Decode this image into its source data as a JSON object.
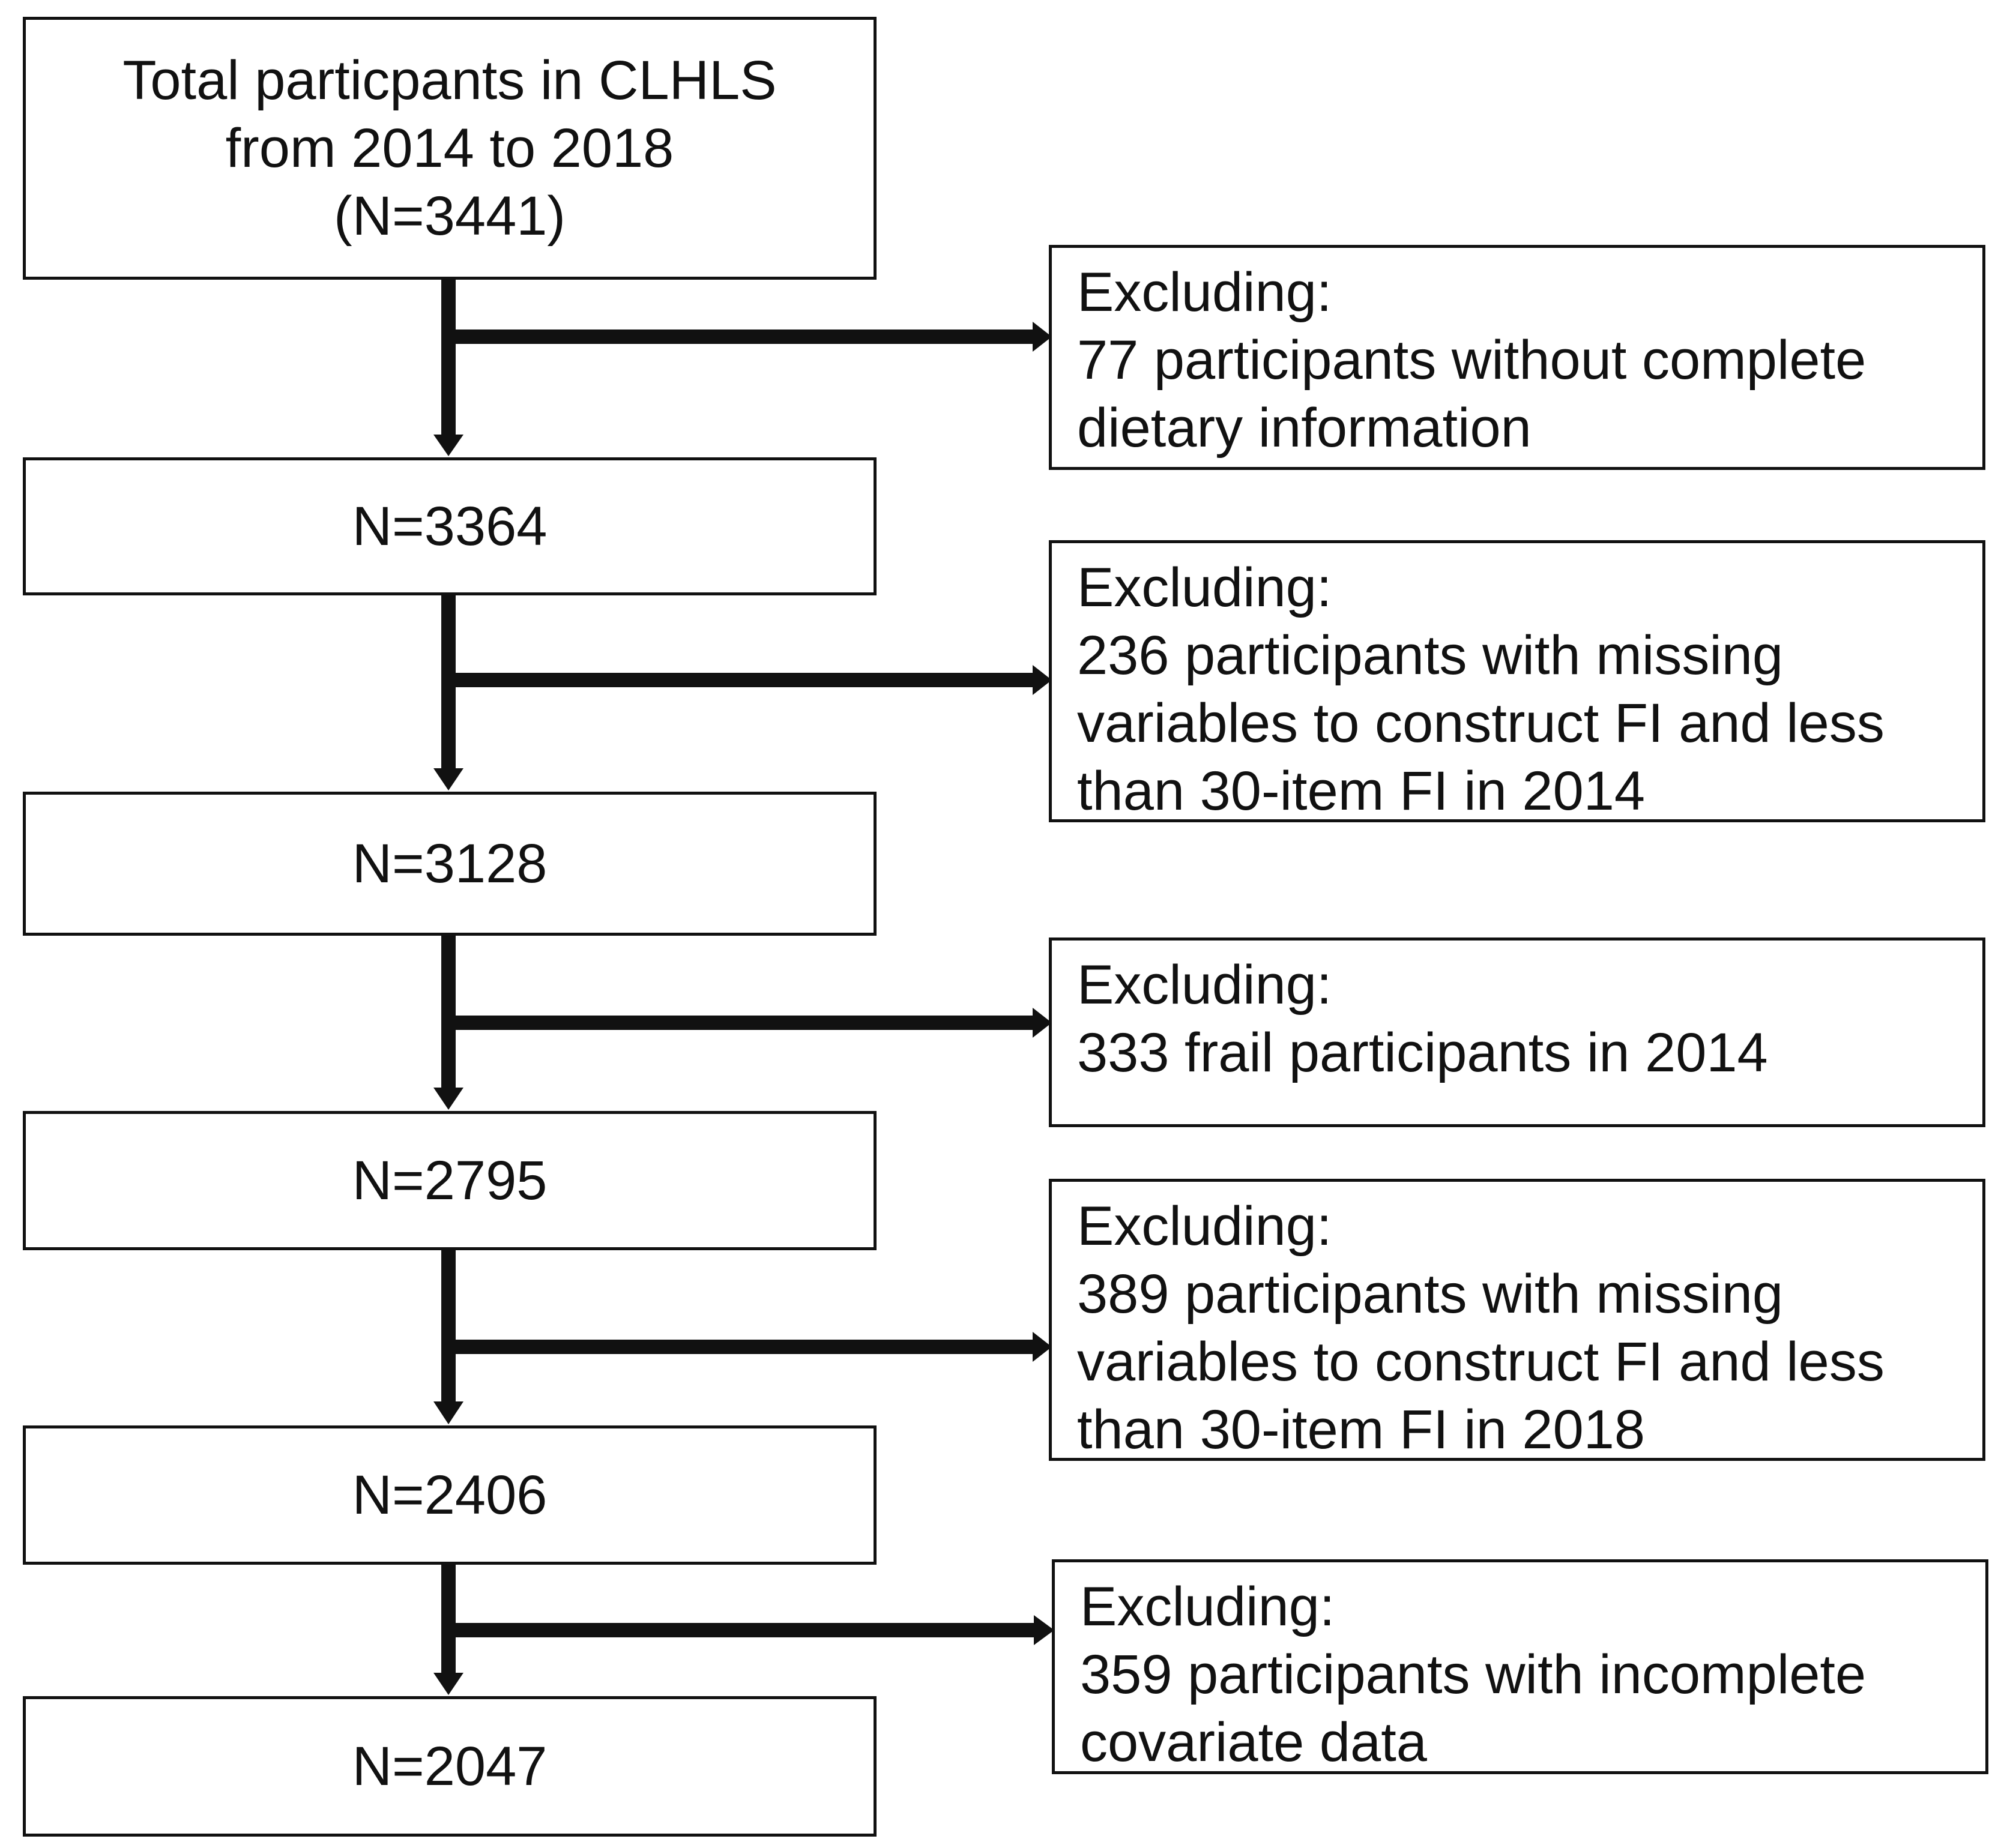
{
  "flow_steps": [
    {
      "id": "total",
      "lines": [
        "Total particpants in CLHLS",
        "from 2014 to 2018",
        "(N=3441)"
      ]
    },
    {
      "id": "step1",
      "lines": [
        "N=3364"
      ]
    },
    {
      "id": "step2",
      "lines": [
        "N=3128"
      ]
    },
    {
      "id": "step3",
      "lines": [
        "N=2795"
      ]
    },
    {
      "id": "step4",
      "lines": [
        "N=2406"
      ]
    },
    {
      "id": "final",
      "lines": [
        "N=2047"
      ]
    }
  ],
  "exclusions": [
    {
      "heading": "Excluding:",
      "lines": [
        "77 participants without complete",
        "dietary information"
      ]
    },
    {
      "heading": "Excluding:",
      "lines": [
        "236 participants with missing",
        "variables to construct FI and less",
        "than 30-item FI in 2014"
      ]
    },
    {
      "heading": "Excluding:",
      "lines": [
        "333 frail participants in 2014"
      ]
    },
    {
      "heading": "Excluding:",
      "lines": [
        "389 participants with missing",
        "variables to construct FI and less",
        "than 30-item FI in 2018"
      ]
    },
    {
      "heading": "Excluding:",
      "lines": [
        "359 participants with incomplete",
        "covariate data"
      ]
    }
  ],
  "colors": {
    "stroke": "#111111",
    "background": "#ffffff"
  }
}
